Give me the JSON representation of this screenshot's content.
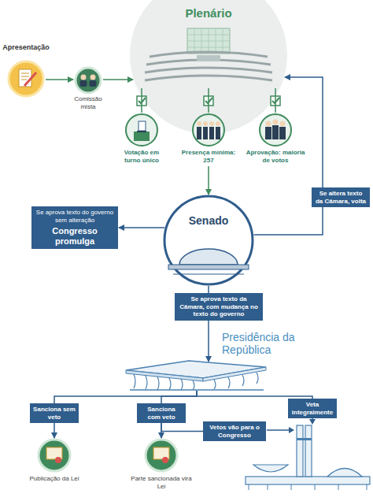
{
  "diagram": {
    "nodes": [
      {
        "text": [
          "Apresentação"
        ]
      },
      {
        "text": [
          "Comissão mista"
        ]
      },
      {
        "text": [
          "Plenário"
        ]
      },
      {
        "text": [
          "Votação em turno único"
        ]
      },
      {
        "text": [
          "Presença mínima: 257"
        ]
      },
      {
        "text": [
          "Aprovação: maioria de votos"
        ]
      },
      {
        "text": [
          "Senado"
        ]
      },
      {
        "text": [
          "Se aprova texto do governo sem alteração",
          "Congresso promulga"
        ]
      },
      {
        "text": [
          "Presidência da República"
        ]
      },
      {
        "text": [
          "Sanciona sem veto"
        ]
      },
      {
        "text": [
          "Sanciona com veto"
        ]
      },
      {
        "text": [
          "Veta integralmente"
        ]
      },
      {
        "text": [
          "Publicação da Lei"
        ]
      },
      {
        "text": [
          "Parte sancionada vira Lei"
        ]
      },
      {
        "text": [
          "Vetos vão para o Congresso"
        ]
      }
    ],
    "edges": [
      {
        "from": 0,
        "to": 1,
        "arrow": "to"
      },
      {
        "from": 1,
        "to": 2,
        "arrow": "to"
      },
      {
        "from": 2,
        "to": 3,
        "arrow": "none"
      },
      {
        "from": 2,
        "to": 4,
        "arrow": "none"
      },
      {
        "from": 2,
        "to": 5,
        "arrow": "none"
      },
      {
        "from": 4,
        "to": 6,
        "arrow": "to"
      },
      {
        "from": 6,
        "to": 7,
        "arrow": "to"
      },
      {
        "from": 6,
        "to": 2,
        "label": "Se altera texto da Câmara, volta",
        "arrow": "to"
      },
      {
        "from": 6,
        "to": 8,
        "label": "Se aprova texto da Câmara, com mudança no texto do governo",
        "arrow": "to"
      },
      {
        "from": 8,
        "to": 9,
        "arrow": "none"
      },
      {
        "from": 8,
        "to": 10,
        "arrow": "none"
      },
      {
        "from": 8,
        "to": 11,
        "arrow": "none"
      },
      {
        "from": 9,
        "to": 12,
        "arrow": "to"
      },
      {
        "from": 10,
        "to": 13,
        "arrow": "to"
      },
      {
        "from": 10,
        "to": 14,
        "arrow": "none"
      }
    ]
  }
}
